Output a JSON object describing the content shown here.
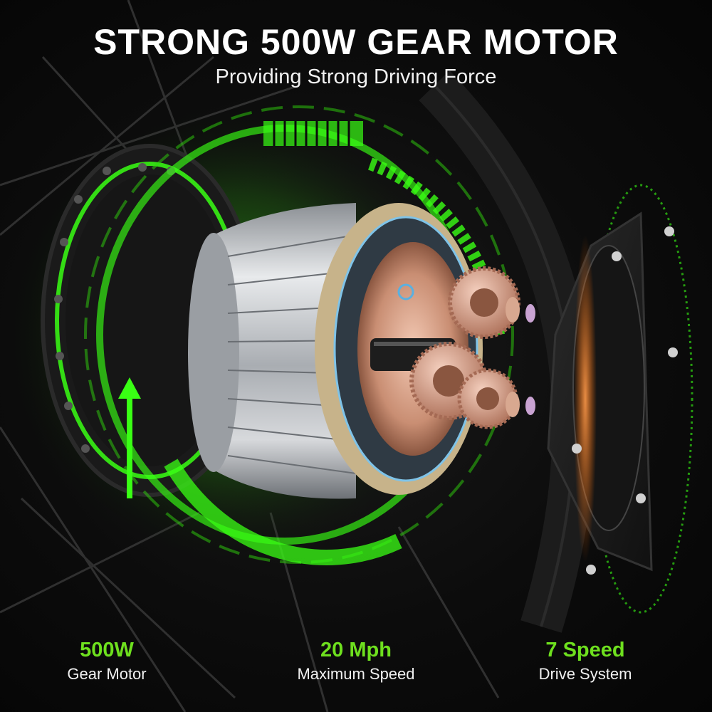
{
  "headline": "STRONG 500W GEAR MOTOR",
  "subheadline": "Providing Strong Driving Force",
  "specs": [
    {
      "value": "500W",
      "label": "Gear Motor"
    },
    {
      "value": "20 Mph",
      "label": "Maximum Speed"
    },
    {
      "value": "7 Speed",
      "label": "Drive System"
    }
  ],
  "colors": {
    "accent_green": "#6ee01e",
    "glow_green": "#39ff14",
    "background": "#0a0a0a",
    "copper": "#d49a7a"
  },
  "icons": [
    "hub-motor-illustration",
    "gear-icon",
    "arrow-up-icon"
  ]
}
